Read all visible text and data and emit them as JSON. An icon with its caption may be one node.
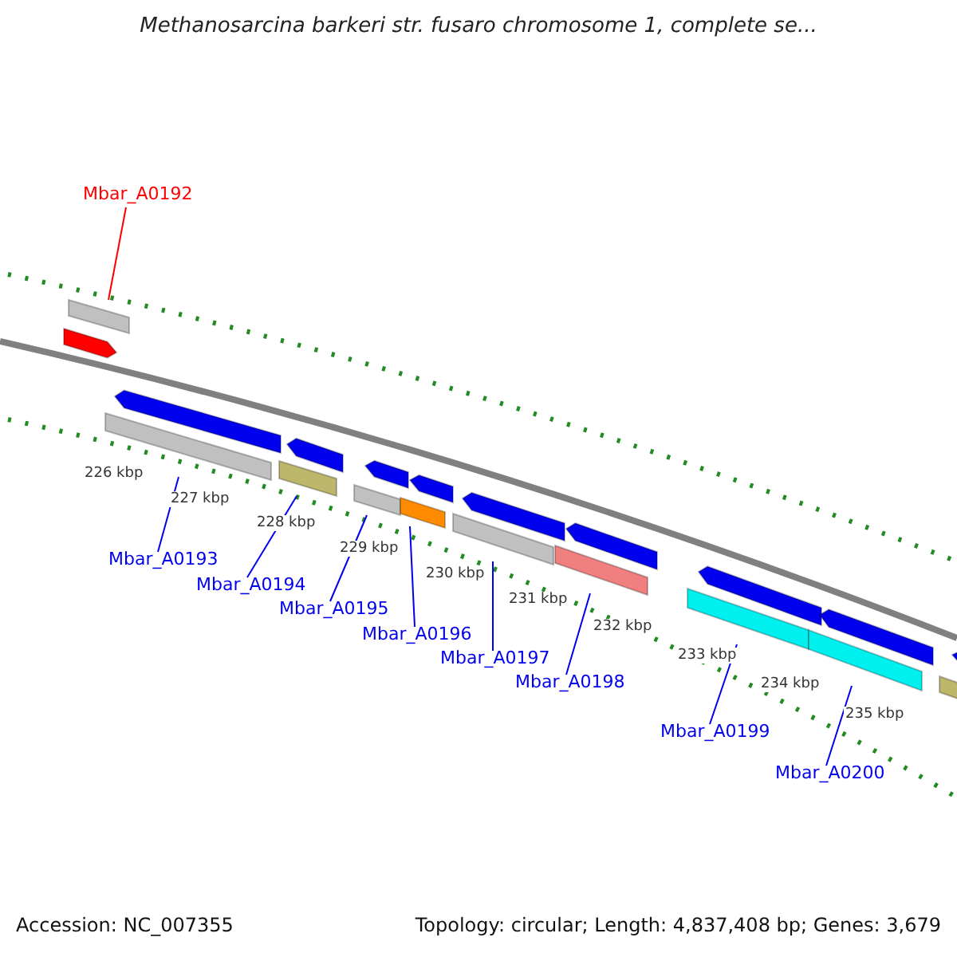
{
  "diagram": {
    "title": "Methanosarcina barkeri str. fusaro chromosome 1, complete se...",
    "nodes": [
      {
        "text": [
          "Mbar_A0192"
        ]
      },
      {
        "text": [
          "Mbar_A0193"
        ]
      },
      {
        "text": [
          "Mbar_A0194"
        ]
      },
      {
        "text": [
          "Mbar_A0195"
        ]
      },
      {
        "text": [
          "Mbar_A0196"
        ]
      },
      {
        "text": [
          "Mbar_A0197"
        ]
      },
      {
        "text": [
          "Mbar_A0198"
        ]
      },
      {
        "text": [
          "Mbar_A0199"
        ]
      },
      {
        "text": [
          "Mbar_A0200"
        ]
      },
      {
        "text": [],
        "shape": "bar"
      },
      {
        "text": [],
        "shape": "bar"
      },
      {
        "text": [],
        "shape": "bar"
      },
      {
        "text": [],
        "shape": "bar"
      },
      {
        "text": [],
        "shape": "bar"
      },
      {
        "text": [],
        "shape": "bar"
      },
      {
        "text": [],
        "shape": "bar"
      },
      {
        "text": [],
        "shape": "bar"
      },
      {
        "text": [],
        "shape": "bar"
      },
      {
        "text": [],
        "shape": "bar"
      },
      {
        "text": [],
        "shape": "bar"
      },
      {
        "text": [],
        "shape": "bar"
      },
      {
        "text": [],
        "shape": "bar"
      },
      {
        "text": [],
        "shape": "bar"
      },
      {
        "text": [],
        "shape": "bar"
      },
      {
        "text": [],
        "shape": "bar"
      },
      {
        "text": [],
        "shape": "bar"
      },
      {
        "text": [],
        "shape": "bar"
      },
      {
        "text": [],
        "shape": "bar"
      },
      {
        "text": [],
        "shape": "bar"
      }
    ],
    "edges": [
      {
        "from": 0,
        "to": 9,
        "arrow": "none",
        "color": "#ff0000"
      },
      {
        "from": 1,
        "to": 10,
        "arrow": "none"
      },
      {
        "from": 2,
        "to": 11,
        "arrow": "none"
      },
      {
        "from": 3,
        "to": 12,
        "arrow": "none"
      },
      {
        "from": 4,
        "to": 13,
        "arrow": "none"
      },
      {
        "from": 5,
        "to": 14,
        "arrow": "none"
      },
      {
        "from": 6,
        "to": 15,
        "arrow": "none"
      },
      {
        "from": 7,
        "to": 16,
        "arrow": "none"
      },
      {
        "from": 8,
        "to": 17,
        "arrow": "none"
      }
    ],
    "labels": [
      "226 kbp",
      "227 kbp",
      "228 kbp",
      "229 kbp",
      "230 kbp",
      "231 kbp",
      "232 kbp",
      "233 kbp",
      "234 kbp",
      "235 kbp",
      "Accession: NC_007355",
      "Topology: circular; Length: 4,837,408 bp; Genes: 3,679"
    ]
  }
}
